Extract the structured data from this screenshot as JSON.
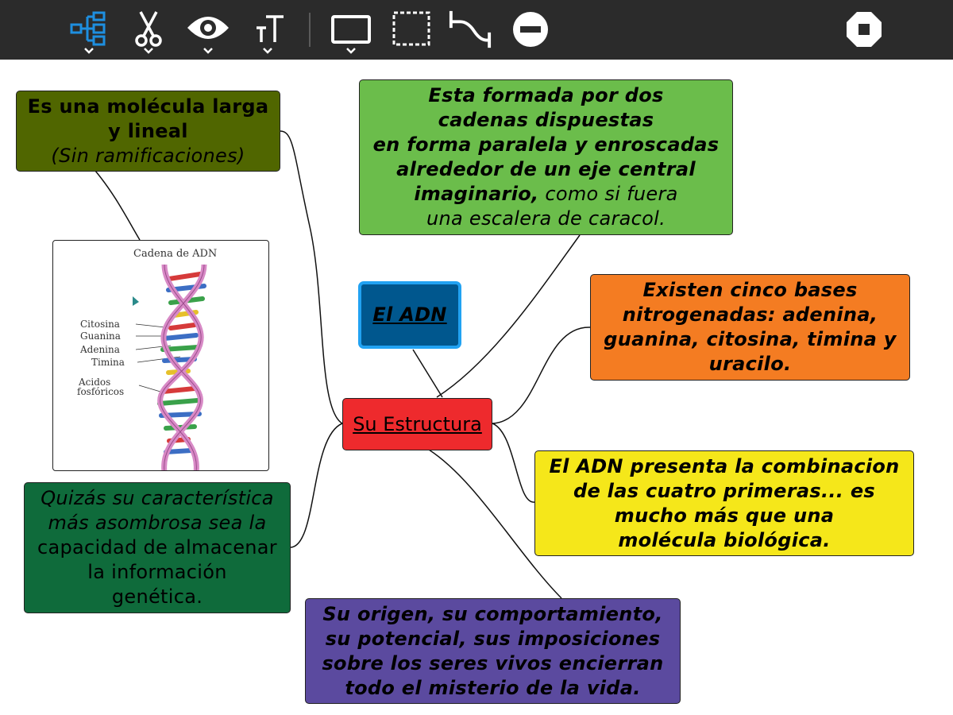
{
  "toolbar": {
    "tools": [
      {
        "name": "mindmap-layout",
        "icon": "mindmap-icon",
        "has_menu": true,
        "active": true
      },
      {
        "name": "cut",
        "icon": "scissors-icon",
        "has_menu": true
      },
      {
        "name": "view",
        "icon": "eye-icon",
        "has_menu": true
      },
      {
        "name": "text-size",
        "icon": "text-size-icon",
        "has_menu": true
      },
      {
        "name": "rectangle",
        "icon": "rectangle-icon",
        "has_menu": true
      },
      {
        "name": "selection",
        "icon": "dashed-select-icon",
        "has_menu": false
      },
      {
        "name": "connector",
        "icon": "connector-icon",
        "has_menu": false
      },
      {
        "name": "remove",
        "icon": "minus-circle-icon",
        "has_menu": false
      },
      {
        "name": "stop",
        "icon": "stop-icon",
        "has_menu": false
      }
    ],
    "active_color": "#1e8fe0"
  },
  "mindmap": {
    "center": {
      "text": "Su Estructura",
      "color": "#ee2a2d"
    },
    "title": {
      "text": "El ADN",
      "color": "#00578e",
      "border": "#21a2f2"
    },
    "nodes": {
      "top_left": {
        "line1": "Es una molécula larga",
        "line2": "y lineal",
        "line3": "(Sin ramificaciones)",
        "color": "#506600"
      },
      "top_center": {
        "line1": "Esta formada por dos",
        "line2": "cadenas dispuestas",
        "line3": "en forma paralela y enroscadas",
        "line4": "alrededor de un eje central",
        "line5_bold": "imaginario,",
        "line5_rest": " como si fuera",
        "line6": "una escalera de caracol.",
        "color": "#6bbd4b"
      },
      "right_orange": {
        "line1": "Existen cinco bases",
        "line2": "nitrogenadas: adenina,",
        "line3": "guanina, citosina, timina y",
        "line4": "uracilo.",
        "color": "#f47c22"
      },
      "right_yellow": {
        "line1": "El ADN presenta la combinacion",
        "line2": "de las cuatro primeras... es",
        "line3": "mucho más que una",
        "line4": "molécula biológica.",
        "color": "#f5e71a"
      },
      "bottom_purple": {
        "line1": "Su origen, su comportamiento,",
        "line2": "su potencial, sus imposiciones",
        "line3": "sobre los seres vivos encierran",
        "line4": "todo el misterio de la vida.",
        "color": "#5b4a9f"
      },
      "left_green": {
        "line1": "Quizás su característica",
        "line2": "más asombrosa sea la",
        "line3": "capacidad de almacenar",
        "line4": "la información",
        "line5": "genética.",
        "color": "#0f6b3b"
      }
    },
    "image": {
      "title": "Cadena de ADN",
      "labels": {
        "citosina": "Citosina",
        "guanina": "Guanina",
        "adenina": "Adenina",
        "timina": "Timina",
        "acidos": "Acidos",
        "fosforicos": "fosfóricos"
      },
      "strand_color": "#d88ac6",
      "base_colors": [
        "#3c6ec4",
        "#d63a3a",
        "#3aa14a",
        "#e6c02a"
      ]
    }
  }
}
